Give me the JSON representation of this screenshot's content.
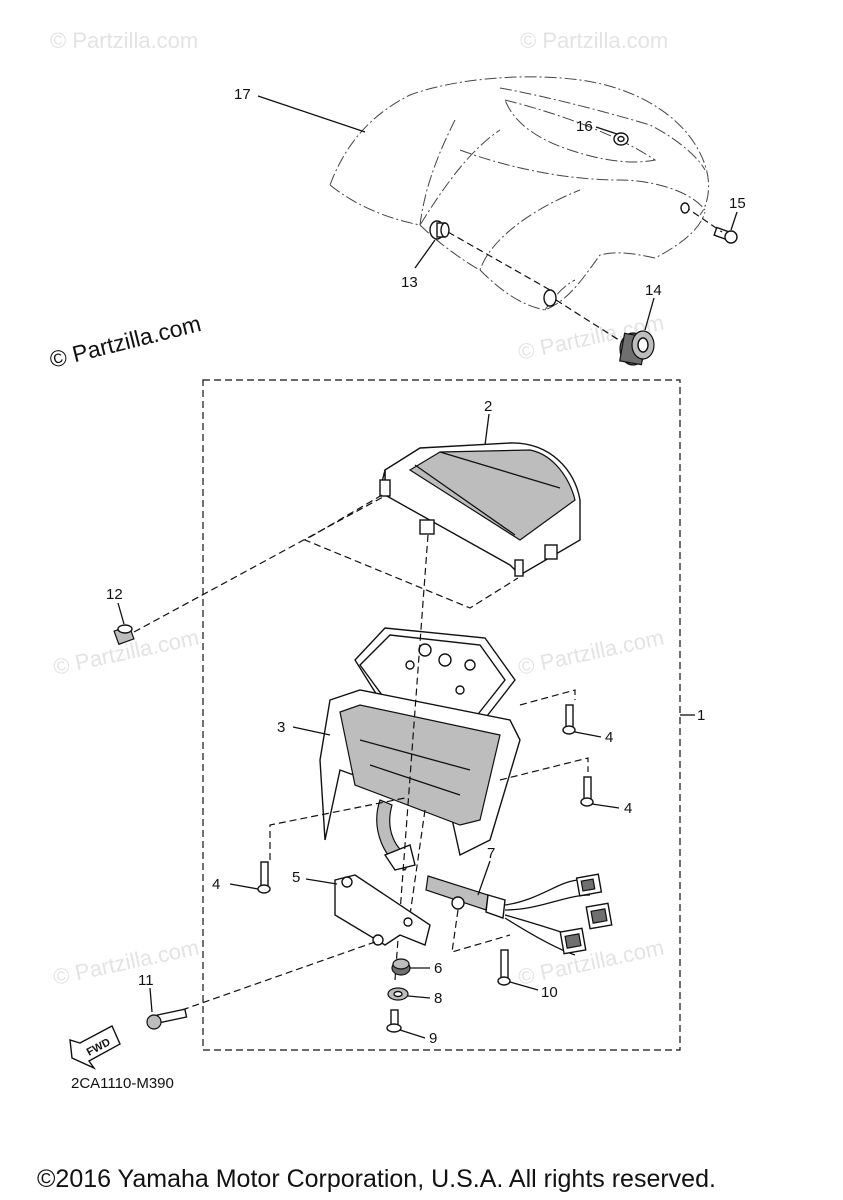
{
  "watermarks": {
    "main": "© Partzilla.com",
    "faint": "© Partzilla.com"
  },
  "callouts": [
    {
      "id": "1",
      "label": "1"
    },
    {
      "id": "2",
      "label": "2"
    },
    {
      "id": "3",
      "label": "3"
    },
    {
      "id": "4a",
      "label": "4"
    },
    {
      "id": "4b",
      "label": "4"
    },
    {
      "id": "4c",
      "label": "4"
    },
    {
      "id": "5",
      "label": "5"
    },
    {
      "id": "6",
      "label": "6"
    },
    {
      "id": "7",
      "label": "7"
    },
    {
      "id": "8",
      "label": "8"
    },
    {
      "id": "9",
      "label": "9"
    },
    {
      "id": "10",
      "label": "10"
    },
    {
      "id": "11",
      "label": "11"
    },
    {
      "id": "12",
      "label": "12"
    },
    {
      "id": "13",
      "label": "13"
    },
    {
      "id": "14",
      "label": "14"
    },
    {
      "id": "15",
      "label": "15"
    },
    {
      "id": "16",
      "label": "16"
    },
    {
      "id": "17",
      "label": "17"
    }
  ],
  "fwd_label": "FWD",
  "diagram_code": "2CA1110-M390",
  "copyright": "©2016 Yamaha Motor Corporation, U.S.A. All rights reserved."
}
